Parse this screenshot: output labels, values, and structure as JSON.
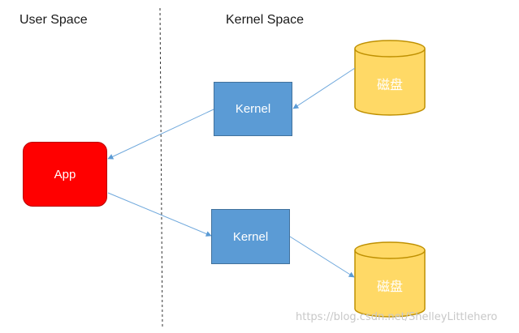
{
  "headings": {
    "user_space": "User Space",
    "kernel_space": "Kernel Space"
  },
  "nodes": {
    "app": "App",
    "kernel_top": "Kernel",
    "kernel_bottom": "Kernel",
    "disk_top": "磁盘",
    "disk_bottom": "磁盘"
  },
  "watermark": "https://blog.csdn.net/ShelleyLittlehero",
  "colors": {
    "app_fill": "#ff0000",
    "kernel_fill": "#5b9bd5",
    "disk_fill": "#ffd966",
    "disk_stroke": "#bf9000",
    "arrow": "#6fa8dc",
    "divider": "#333333"
  }
}
